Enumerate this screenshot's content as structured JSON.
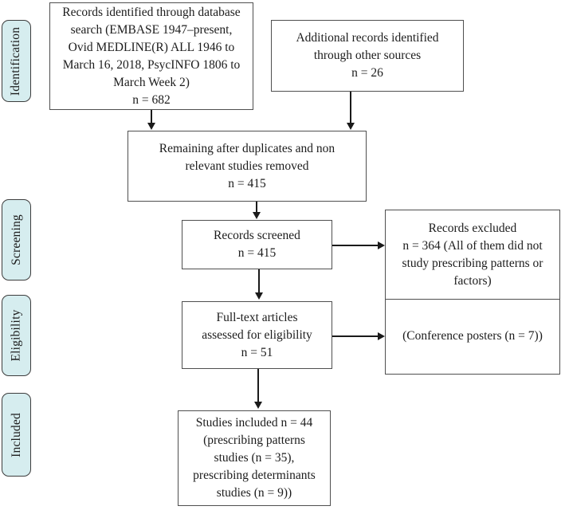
{
  "colors": {
    "stage_fill": "#d6edef",
    "stage_border": "#3d3d3d",
    "box_border": "#4f4f4f",
    "text_color": "#1c1c1c",
    "arrow_color": "#1a1a1a",
    "background": "#ffffff"
  },
  "stages": [
    {
      "id": "identification",
      "label": "Identification"
    },
    {
      "id": "screening",
      "label": "Screening"
    },
    {
      "id": "eligibility",
      "label": "Eligibility"
    },
    {
      "id": "included",
      "label": "Included"
    }
  ],
  "boxes": {
    "database_search": {
      "text": "Records identified through database\nsearch (EMBASE 1947–present,\nOvid MEDLINE(R) ALL 1946 to\nMarch 16, 2018, PsycINFO 1806 to\nMarch Week 2)\nn = 682",
      "n": 682
    },
    "other_sources": {
      "text": "Additional records identified\nthrough other sources\nn = 26",
      "n": 26
    },
    "after_duplicates": {
      "text": "Remaining after duplicates and non\nrelevant studies removed\nn = 415",
      "n": 415
    },
    "records_screened": {
      "text": "Records screened\nn = 415",
      "n": 415
    },
    "records_excluded": {
      "text": "Records excluded\nn = 364 (All of them did not\nstudy prescribing patterns or\nfactors)",
      "n": 364
    },
    "conference_posters": {
      "text": "(Conference posters (n = 7))",
      "n": 7
    },
    "full_text": {
      "text": "Full-text articles\nassessed for eligibility\nn = 51",
      "n": 51
    },
    "studies_included": {
      "text": "Studies included n = 44\n(prescribing patterns\nstudies (n = 35),\nprescribing determinants\nstudies (n = 9))",
      "n": 44,
      "prescribing_patterns_n": 35,
      "prescribing_determinants_n": 9
    }
  }
}
